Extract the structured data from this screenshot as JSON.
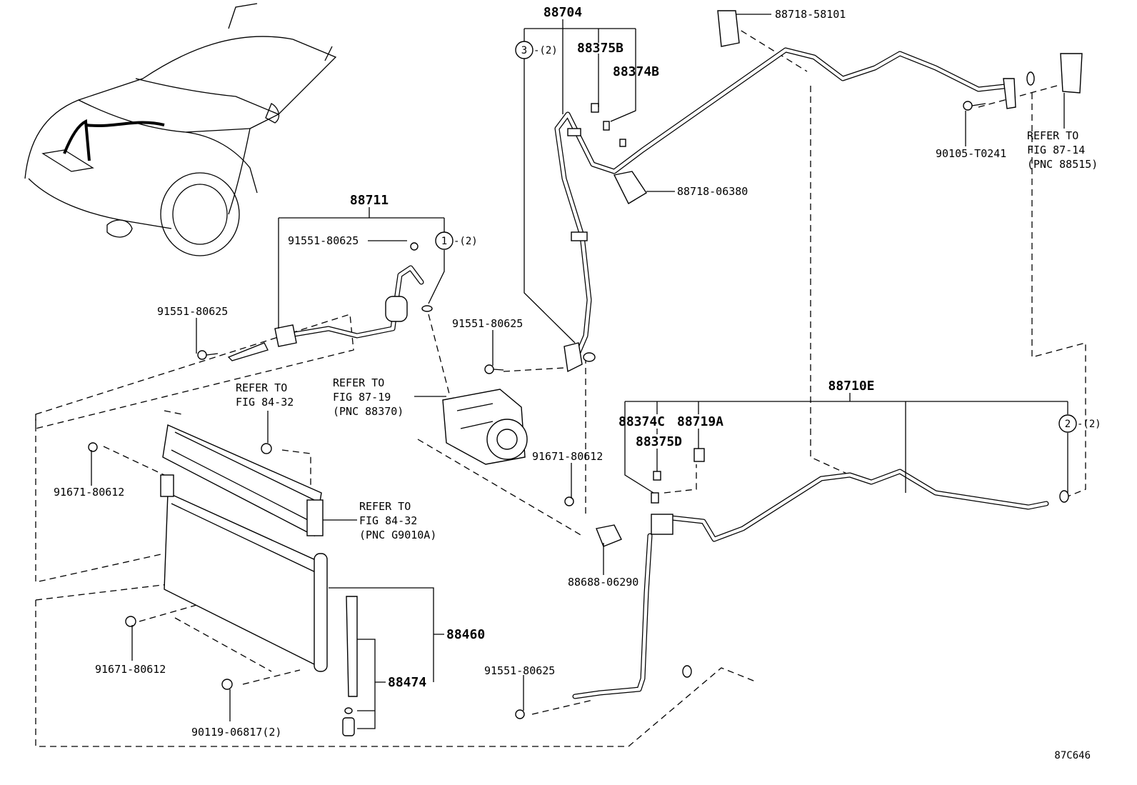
{
  "callouts": {
    "c88704": "88704",
    "c88718_58101": "88718-58101",
    "c88375B": "88375B",
    "c88374B": "88374B",
    "c88718_06380": "88718-06380",
    "c90105": "90105-T0241",
    "c88711": "88711",
    "c91551_a": "91551-80625",
    "c91551_b": "91551-80625",
    "c91551_c": "91551-80625",
    "c91551_d": "91551-80625",
    "c88710E": "88710E",
    "c88374C": "88374C",
    "c88375D": "88375D",
    "c88719A": "88719A",
    "c91671_a": "91671-80612",
    "c91671_b": "91671-80612",
    "c91671_c": "91671-80612",
    "c88688": "88688-06290",
    "c88460": "88460",
    "c88474": "88474",
    "c90119": "90119-06817(2)"
  },
  "refs": {
    "r1_l1": "REFER TO",
    "r1_l2": "FIG 87-14",
    "r1_l3": "(PNC 88515)",
    "r2_l1": "REFER TO",
    "r2_l2": "FIG 87-19",
    "r2_l3": "(PNC 88370)",
    "r3_l1": "REFER TO",
    "r3_l2": "FIG 84-32",
    "r4_l1": "REFER TO",
    "r4_l2": "FIG 84-32",
    "r4_l3": "(PNC G9010A)"
  },
  "circles": {
    "n1": "1",
    "n1_qty": "-(2)",
    "n2": "2",
    "n2_qty": "-(2)",
    "n3": "3",
    "n3_qty": "-(2)"
  },
  "figure_code": "87C646"
}
